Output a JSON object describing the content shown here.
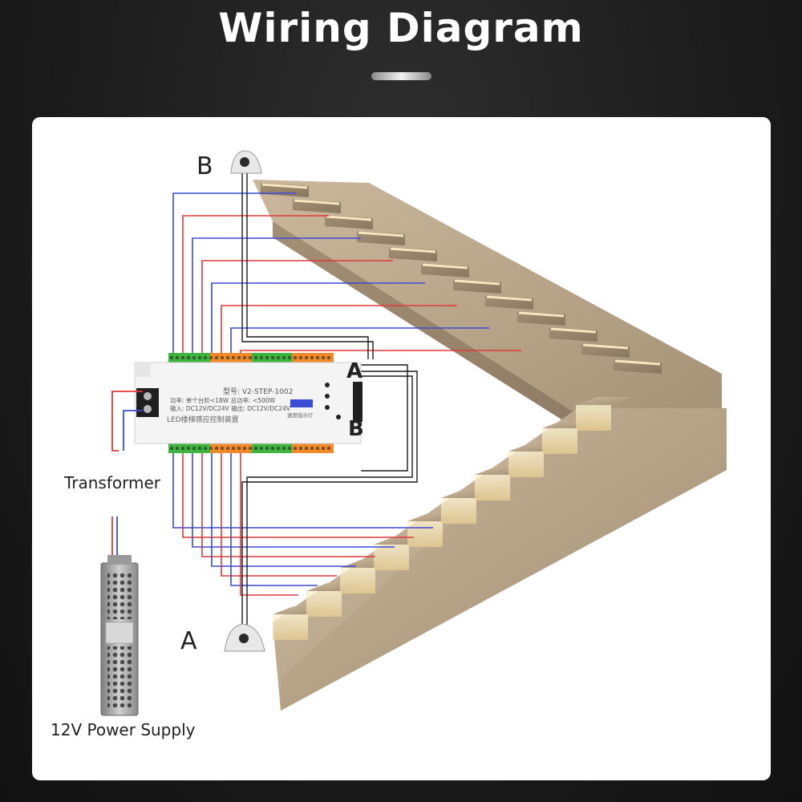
{
  "title": "Wiring Diagram",
  "sensors": {
    "top_label": "B",
    "bottom_label": "A"
  },
  "controller": {
    "port_a_label": "A",
    "port_b_label": "B",
    "model_text": "型号: V2-STEP-1002",
    "power_text": "功率: 单个台阶<18W 总功率: <500W",
    "io_text": "输入: DC12V/DC24V 输出: DC12V/DC24V",
    "name_text": "LED楼梯感应控制装置",
    "indicator_text": "速度指示灯"
  },
  "labels": {
    "transformer": "Transformer",
    "power_supply": "12V Power Supply"
  },
  "colors": {
    "wire_red": "#e03a3a",
    "wire_blue": "#3a4bd6",
    "wire_black": "#1a1a1a",
    "terminal_green": "#3fb53f",
    "terminal_orange": "#f08a2a"
  }
}
